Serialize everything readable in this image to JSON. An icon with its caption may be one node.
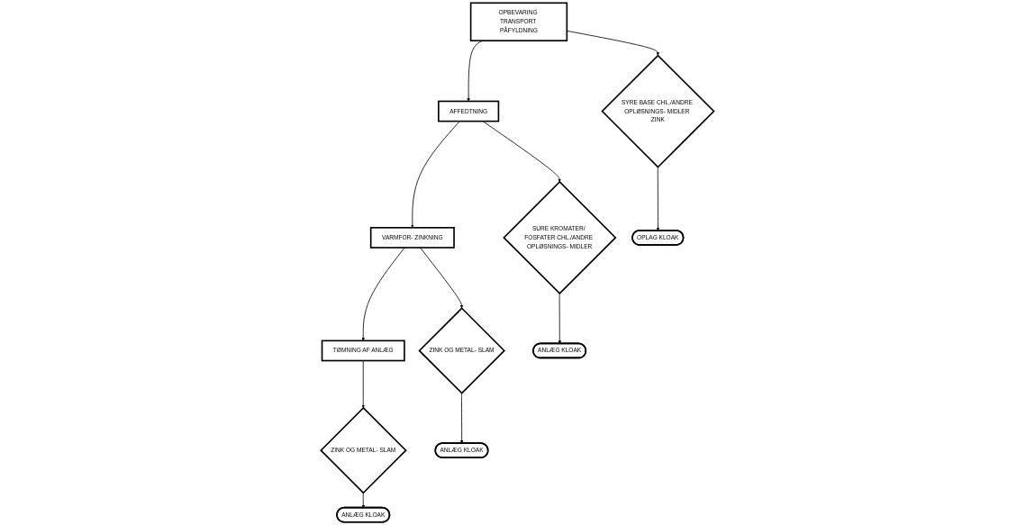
{
  "diagram": {
    "nodes": [
      {
        "text": [
          "OPBEVARING TRANSPORT PÅFYLDNING"
        ]
      },
      {
        "text": [
          "AFFEDTNING"
        ]
      },
      {
        "text": [
          "VARMFOR- ZINKNING"
        ]
      },
      {
        "text": [
          "TØMNING AF ANLÆG"
        ]
      },
      {
        "text": [
          "SYRE BASE CHL./ANDRE OPLØSNINGS- MIDLER ZINK"
        ]
      },
      {
        "text": [
          "SURE KROMATER/ FOSFATER CHL./ANDRE OPLØSNINGS- MIDLER"
        ]
      },
      {
        "text": [
          "ZINK OG METAL- SLAM"
        ]
      },
      {
        "text": [
          "ZINK OG METAL- SLAM"
        ]
      },
      {
        "text": [
          "OPLAG KLOAK"
        ]
      },
      {
        "text": [
          "ANLÆG KLOAK"
        ]
      },
      {
        "text": [
          "ANLÆG KLOAK"
        ]
      },
      {
        "text": [
          "ANLÆG KLOAK"
        ]
      }
    ],
    "edges": [
      {
        "from": 0,
        "to": 1,
        "arrow": "to"
      },
      {
        "from": 1,
        "to": 2,
        "arrow": "to"
      },
      {
        "from": 2,
        "to": 3,
        "arrow": "to"
      },
      {
        "from": 0,
        "to": 4,
        "arrow": "to"
      },
      {
        "from": 1,
        "to": 5,
        "arrow": "to"
      },
      {
        "from": 2,
        "to": 6,
        "arrow": "to"
      },
      {
        "from": 3,
        "to": 7,
        "arrow": "to"
      },
      {
        "from": 4,
        "to": 8,
        "arrow": "to"
      },
      {
        "from": 5,
        "to": 9,
        "arrow": "to"
      },
      {
        "from": 6,
        "to": 10,
        "arrow": "to"
      },
      {
        "from": 7,
        "to": 11,
        "arrow": "to"
      }
    ]
  }
}
